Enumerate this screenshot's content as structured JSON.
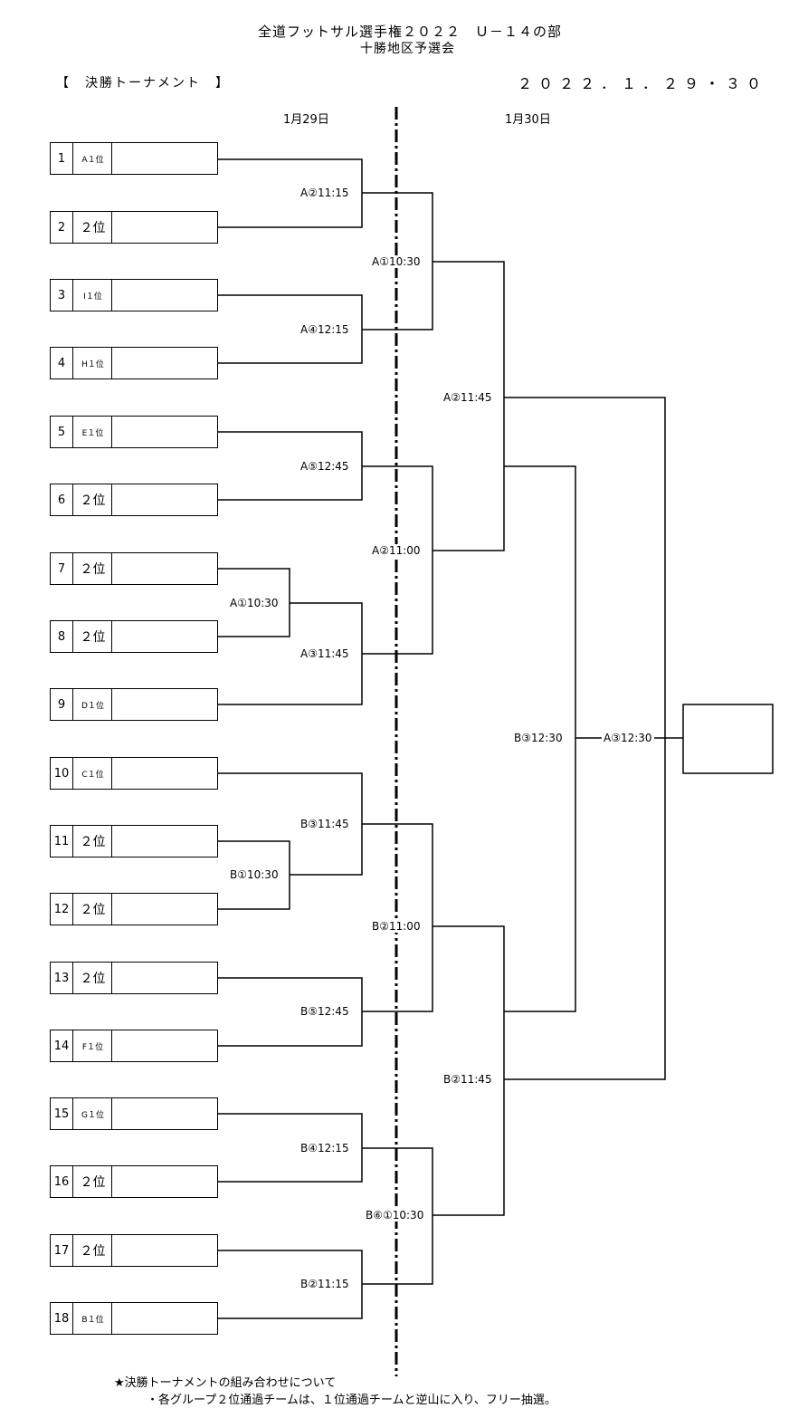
{
  "header": {
    "title": "全道フットサル選手権２０２２　Ｕ－１４の部",
    "subtitle": "十勝地区予選会",
    "section": "【　決勝トーナメント　】",
    "dates": "２０２２．１．２９・３０",
    "day1": "1月29日",
    "day2": "1月30日"
  },
  "teams": [
    {
      "num": "1",
      "seed": "A１位"
    },
    {
      "num": "2",
      "seed": "２位"
    },
    {
      "num": "3",
      "seed": "I１位"
    },
    {
      "num": "4",
      "seed": "H１位"
    },
    {
      "num": "5",
      "seed": "E１位"
    },
    {
      "num": "6",
      "seed": "２位"
    },
    {
      "num": "7",
      "seed": "２位"
    },
    {
      "num": "8",
      "seed": "２位"
    },
    {
      "num": "9",
      "seed": "D１位"
    },
    {
      "num": "10",
      "seed": "C１位"
    },
    {
      "num": "11",
      "seed": "２位"
    },
    {
      "num": "12",
      "seed": "２位"
    },
    {
      "num": "13",
      "seed": "２位"
    },
    {
      "num": "14",
      "seed": "F１位"
    },
    {
      "num": "15",
      "seed": "G１位"
    },
    {
      "num": "16",
      "seed": "２位"
    },
    {
      "num": "17",
      "seed": "２位"
    },
    {
      "num": "18",
      "seed": "B１位"
    }
  ],
  "matches": {
    "m_7_8": "A①10:30",
    "m_11_12": "B①10:30",
    "m_1_2": "A②11:15",
    "m_3_4": "A④12:15",
    "m_5_6": "A⑤12:45",
    "m_w78_9": "A③11:45",
    "m_10_w1112": "B③11:45",
    "m_13_14": "B⑤12:45",
    "m_15_16": "B④12:15",
    "m_17_18": "B②11:15",
    "qf_1": "A①10:30",
    "qf_2": "A②11:00",
    "qf_3": "B②11:00",
    "qf_4": "B⑥①10:30",
    "sf_1": "A②11:45",
    "sf_2": "B②11:45",
    "semi_b": "B③12:30",
    "final": "A③12:30"
  },
  "notes": {
    "line1": "★決勝トーナメントの組み合わせについて",
    "line2": "・各グループ２位通過チームは、１位通過チームと逆山に入り、フリー抽選。"
  }
}
